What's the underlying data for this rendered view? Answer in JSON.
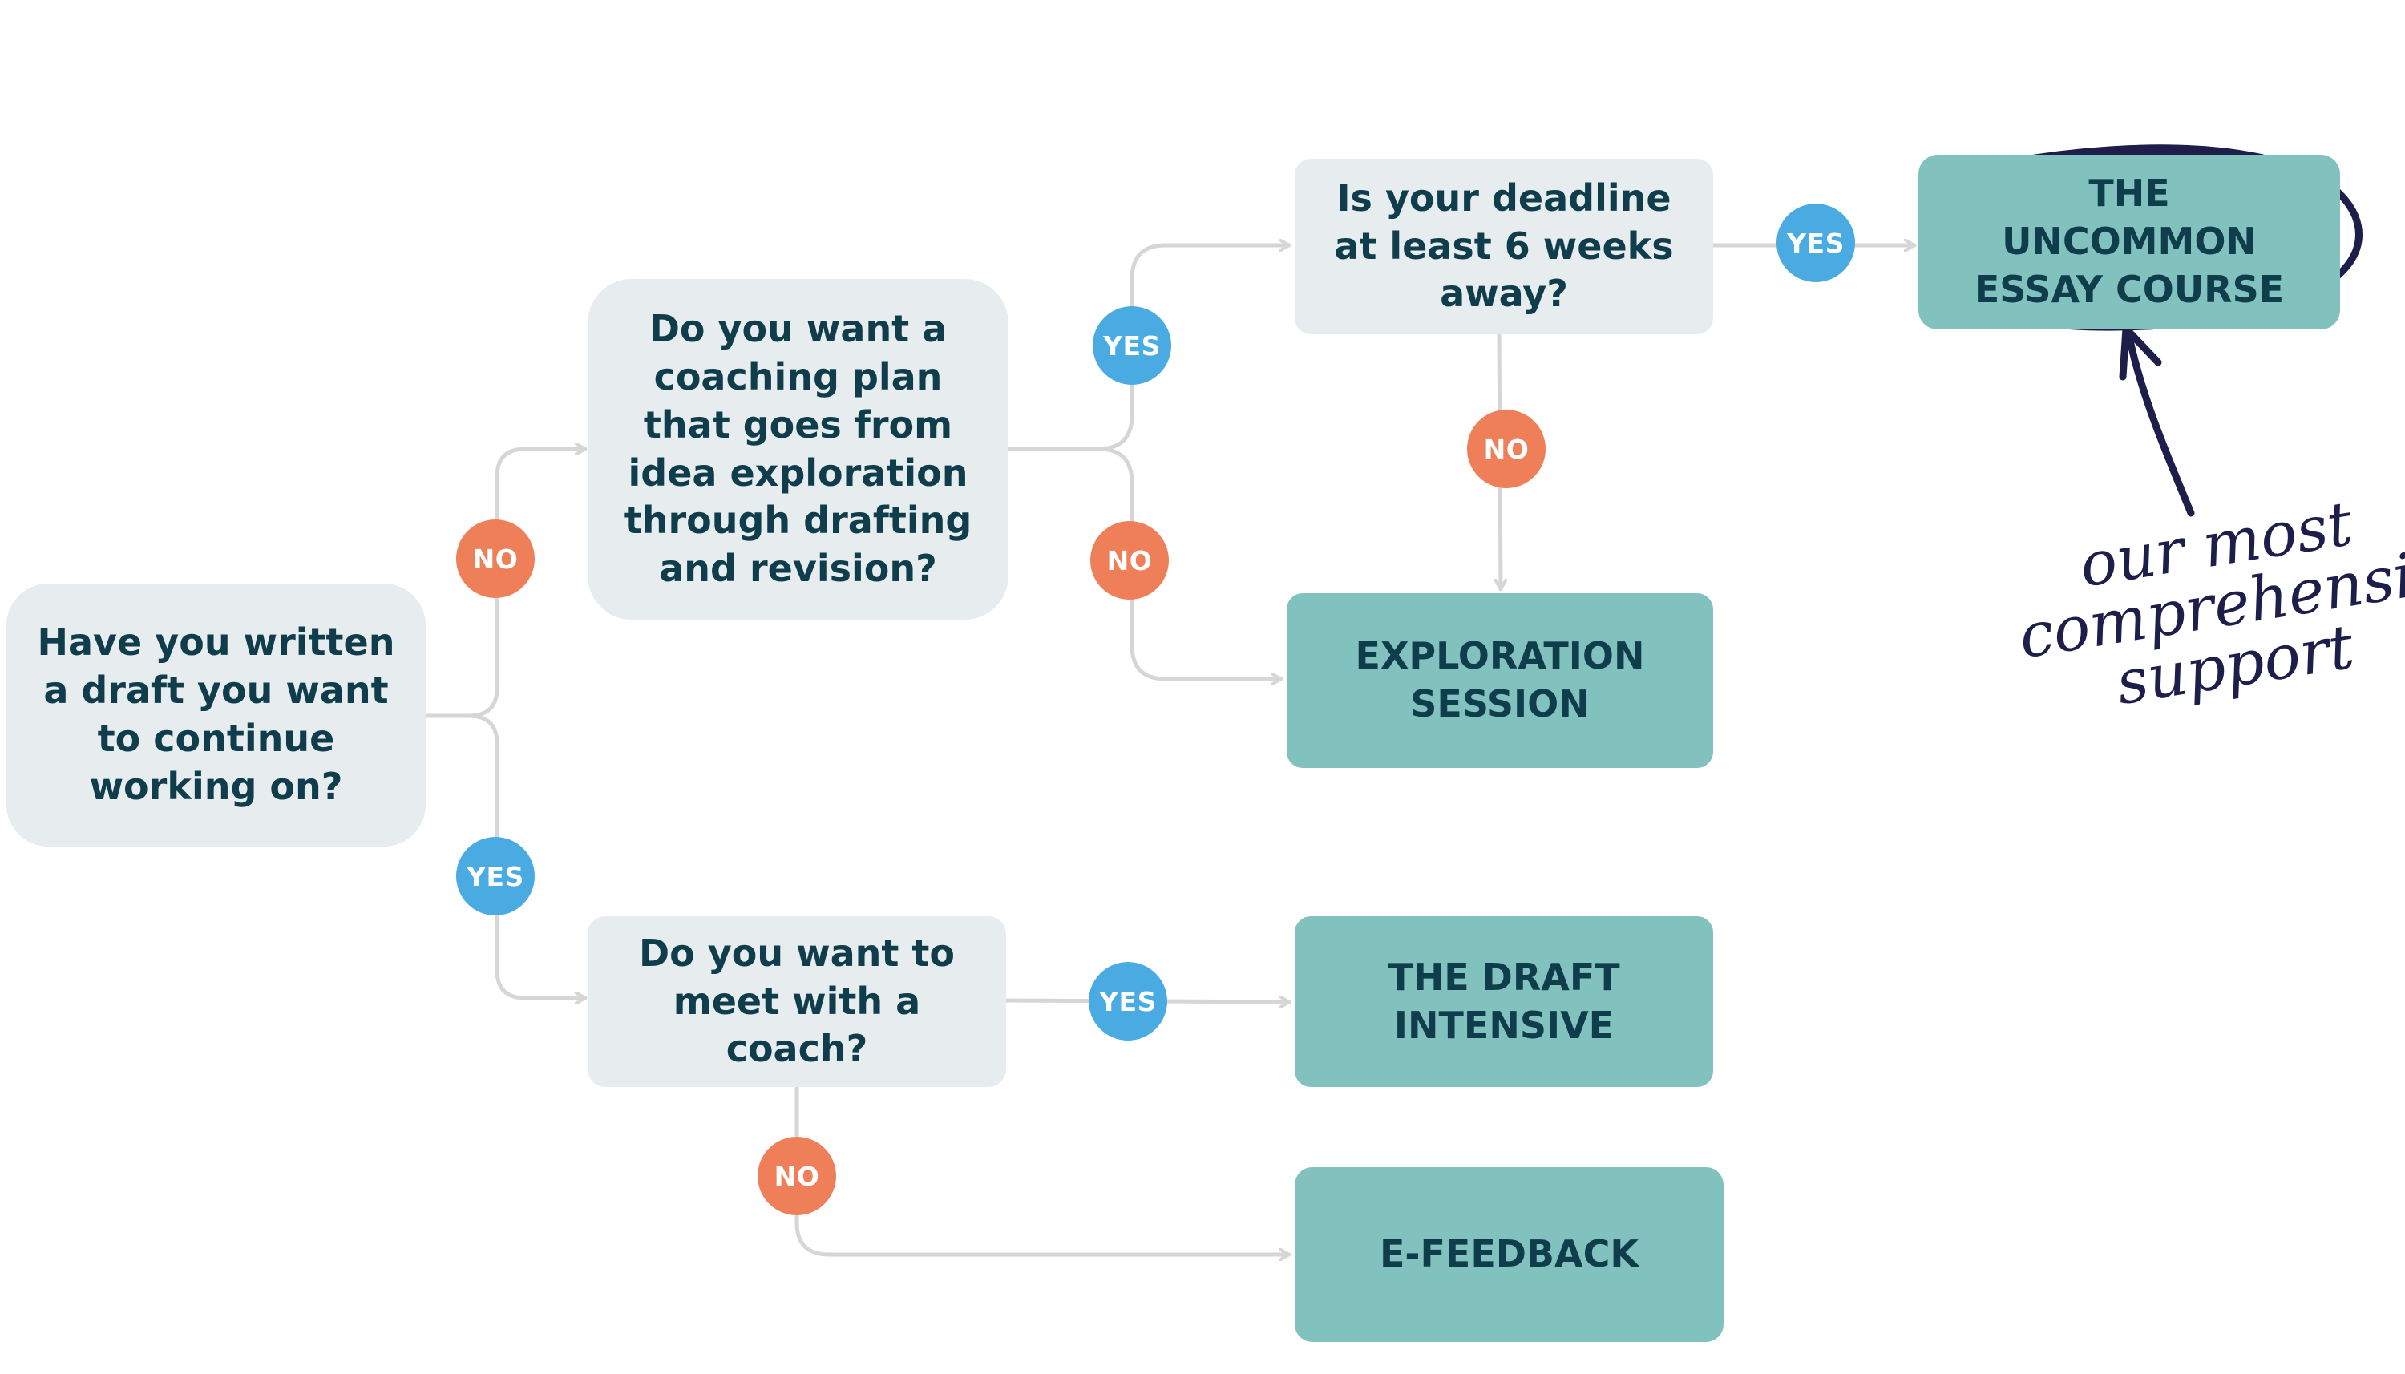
{
  "nodes": {
    "q_draft": "Have you written a draft you want to continue working on?",
    "q_coaching": "Do you want a coaching plan that goes from idea exploration through drafting and revision?",
    "q_deadline": "Is your deadline at least 6 weeks away?",
    "q_meet": "Do you want to meet with a coach?",
    "r_uncommon": "THE UNCOMMON ESSAY COURSE",
    "r_exploration": "EXPLORATION SESSION",
    "r_draft": "THE DRAFT INTENSIVE",
    "r_efeedback": "E-FEEDBACK"
  },
  "badges": {
    "no_left": "NO",
    "yes_left": "YES",
    "yes_coaching": "YES",
    "no_coaching": "NO",
    "yes_deadline": "YES",
    "no_deadline": "NO",
    "yes_meet": "YES",
    "no_meet": "NO"
  },
  "annotation": "our most\ncomprehensive\nsupport",
  "colors": {
    "question_bg": "#e7ecef",
    "result_bg": "#82c2be",
    "text": "#0f3d4c",
    "yes": "#4aabe3",
    "no": "#ef7f58",
    "connector": "#d6d6d6",
    "annotation_ink": "#1d1f4a"
  }
}
